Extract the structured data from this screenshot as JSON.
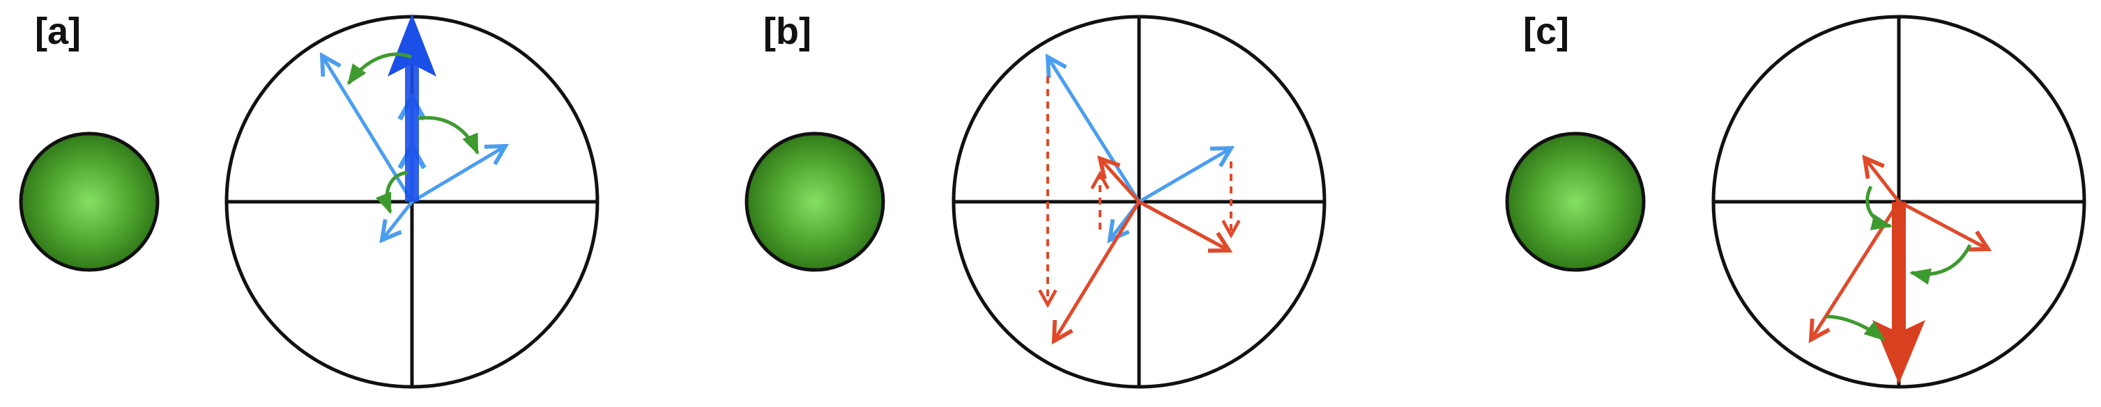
{
  "panels": [
    {
      "id": "a",
      "label": "[a]"
    },
    {
      "id": "b",
      "label": "[b]"
    },
    {
      "id": "c",
      "label": "[c]"
    }
  ],
  "colors": {
    "sphere_light": "#7ddd5a",
    "sphere_dark": "#2d7a17",
    "circle_stroke": "#111111",
    "blue_vector": "#4a9ef0",
    "blue_net": "#1a4fe8",
    "red_vector": "#e0492a",
    "red_net": "#d8401f",
    "green_arrow": "#3e9a2f"
  },
  "icons": {
    "sphere": "green-sphere",
    "rotation": "curved-arrow",
    "vector": "straight-arrow"
  }
}
